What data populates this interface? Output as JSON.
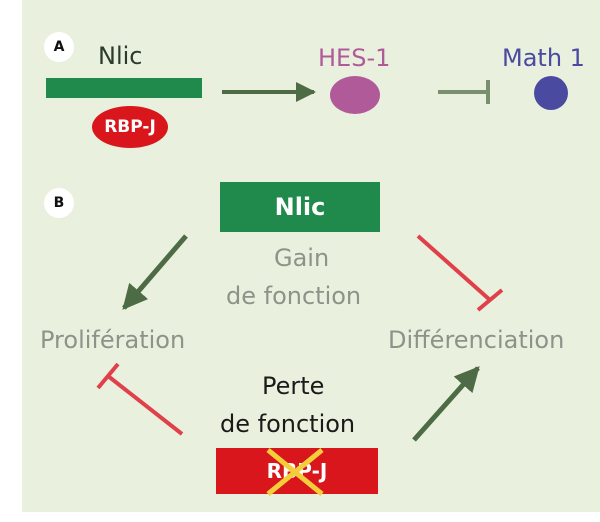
{
  "panel_a": {
    "letter": "A",
    "nlic_label": "Nlic",
    "rbpj_label": "RBP-J",
    "hes1_label": "HES-1",
    "math1_label": "Math 1"
  },
  "panel_b": {
    "letter": "B",
    "nlic_label": "Nlic",
    "gain_line1": "Gain",
    "gain_line2": "de fonction",
    "proliferation_label": "Prolifération",
    "differentiation_label": "Différenciation",
    "loss_line1": "Perte",
    "loss_line2": "de fonction",
    "rbpj_label": "RBP-J"
  },
  "colors": {
    "background": "#e9f1de",
    "nlic_green": "#1f8a4c",
    "rbpj_red": "#d9161b",
    "hes1_pink": "#b05a9a",
    "math1_purple": "#4a4aa0",
    "activation_arrow": "#4d6b45",
    "inhibition_red": "#e0404a",
    "cross_yellow": "#f2cf3a",
    "gray_text": "#8c938a"
  }
}
